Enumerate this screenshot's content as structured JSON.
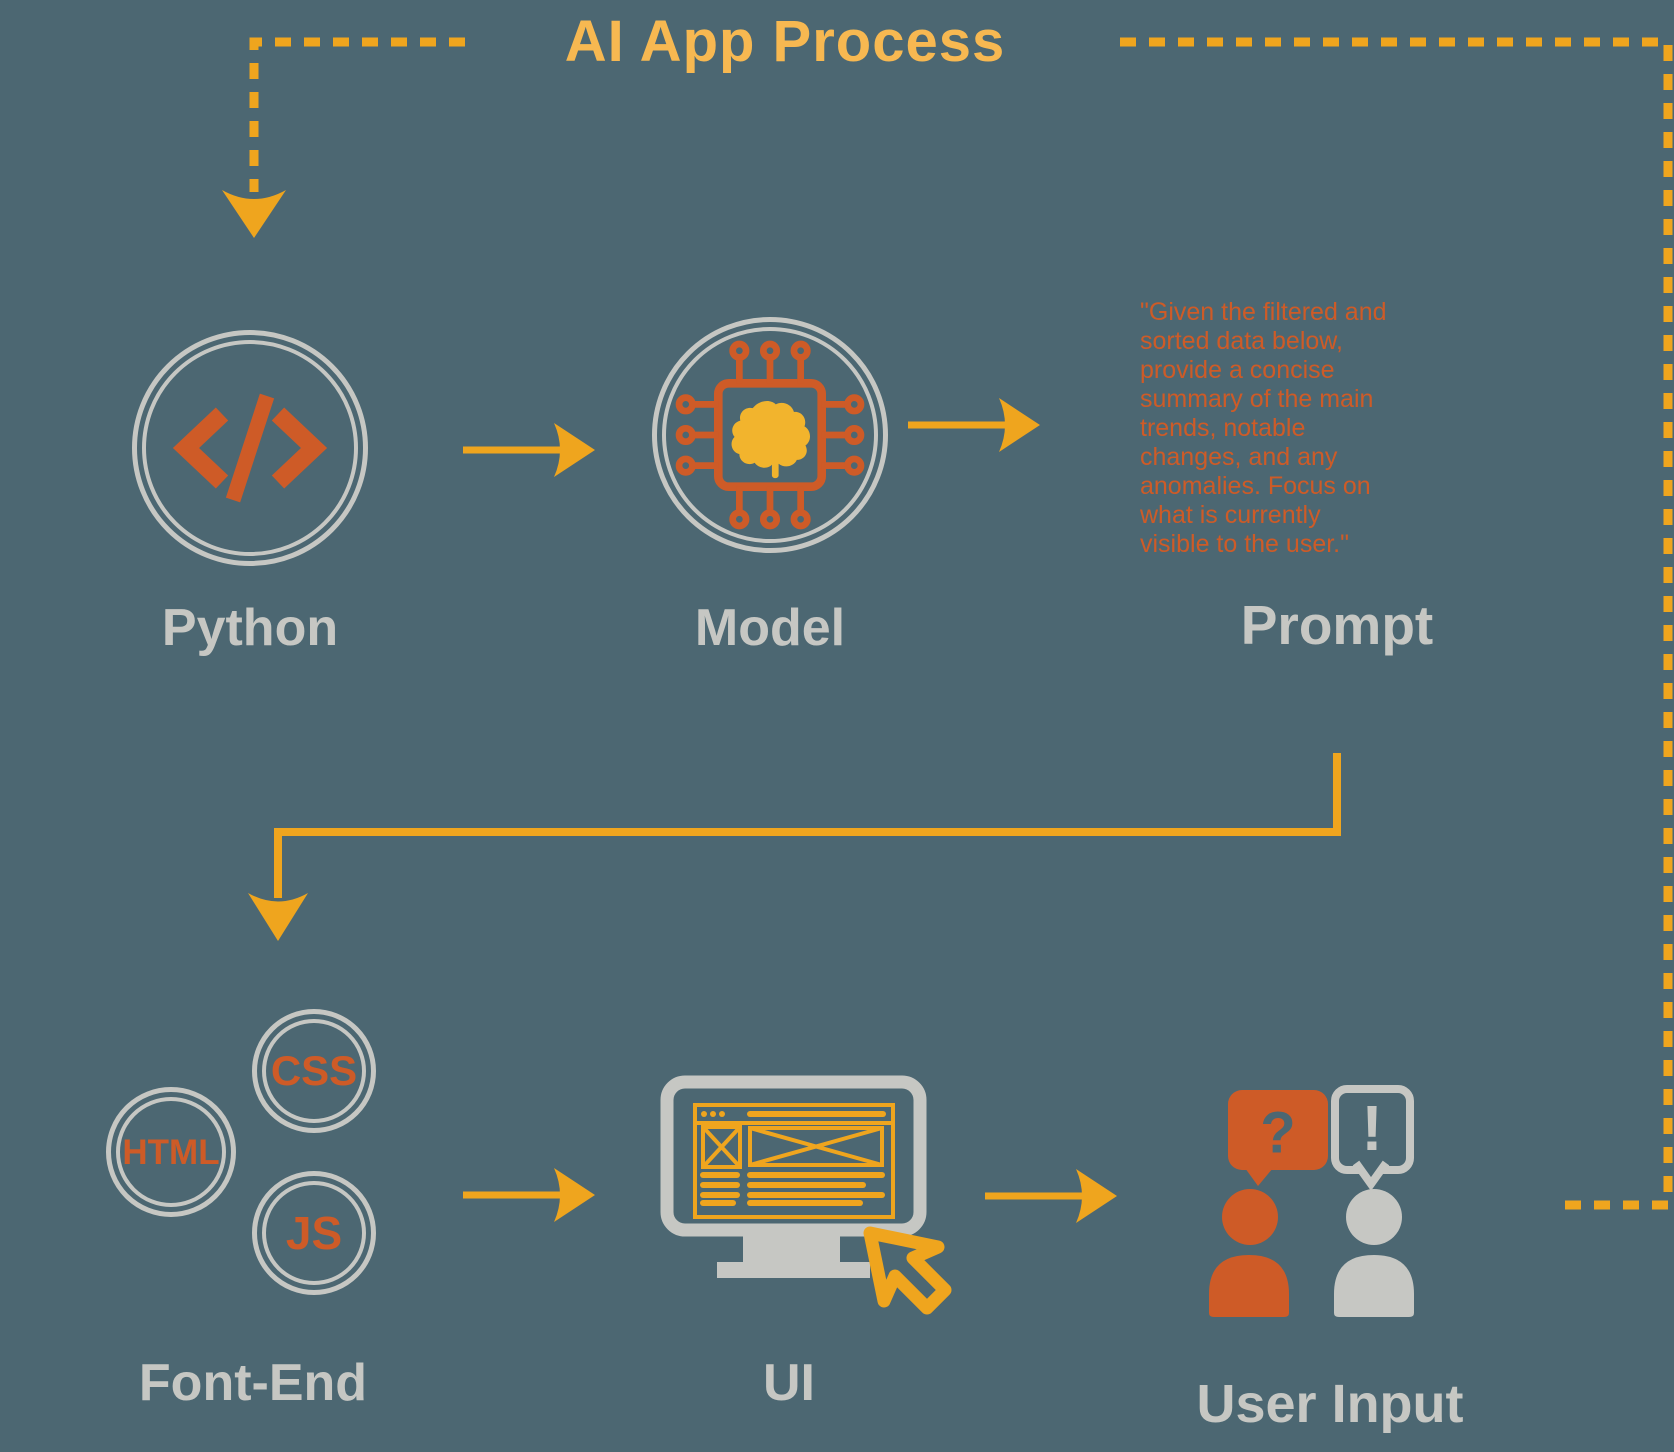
{
  "title": "AI App Process",
  "colors": {
    "background": "#4C6772",
    "gray": "#C6C7C3",
    "orange": "#CE5B27",
    "amber": "#EFA51E",
    "title_amber": "#F7B851",
    "brain": "#F2B42D"
  },
  "nodes": {
    "python": {
      "label": "Python",
      "icon": "code-icon"
    },
    "model": {
      "label": "Model",
      "icon": "ai-chip-brain-icon"
    },
    "prompt": {
      "label": "Prompt",
      "quote": "\"Given the filtered and\nsorted data below,\nprovide a concise\nsummary of the main\ntrends, notable\nchanges, and any\nanomalies. Focus on\nwhat is currently\nvisible to the user.\""
    },
    "front_end": {
      "label": "Font-End",
      "badges": [
        "CSS",
        "HTML",
        "JS"
      ]
    },
    "ui": {
      "label": "UI",
      "icon": "monitor-cursor-icon"
    },
    "user_input": {
      "label": "User Input",
      "question_mark": "?",
      "exclamation_mark": "!"
    }
  }
}
